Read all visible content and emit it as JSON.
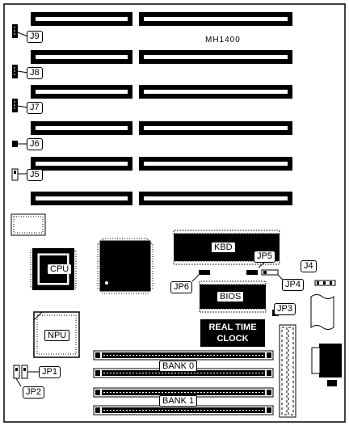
{
  "board": {
    "model": "MH1400"
  },
  "jumpers": {
    "jp1": "JP1",
    "jp2": "JP2",
    "jp3": "JP3",
    "jp4": "JP4",
    "jp5": "JP5",
    "jp6": "JP6",
    "j4": "J4",
    "j5": "J5",
    "j6": "J6",
    "j7": "J7",
    "j8": "J8",
    "j9": "J9"
  },
  "components": {
    "kbd": "KBD",
    "bios": "BIOS",
    "cpu": "CPU",
    "npu": "NPU",
    "rtc_line1": "REAL TIME",
    "rtc_line2": "CLOCK",
    "bank0": "BANK 0",
    "bank1": "BANK 1"
  }
}
